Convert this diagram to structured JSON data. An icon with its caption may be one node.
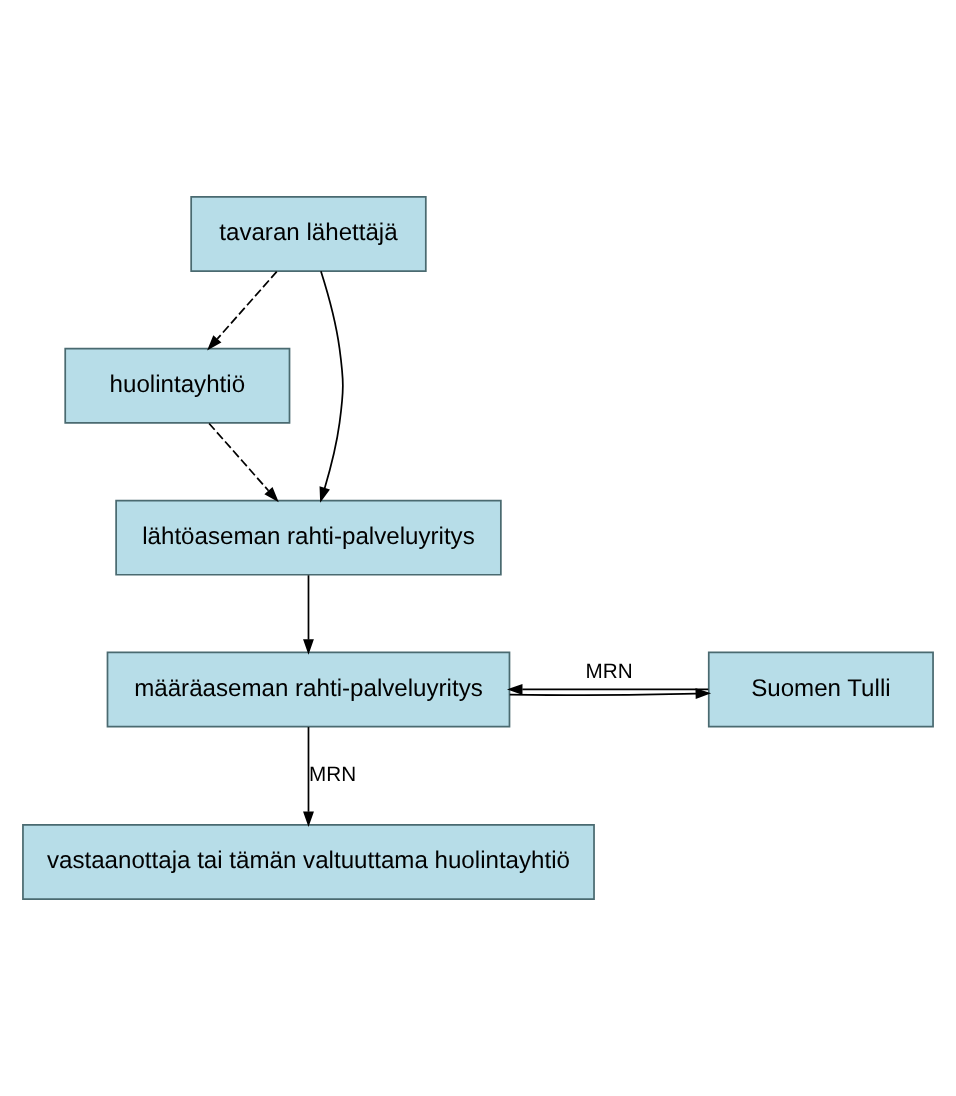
{
  "diagram": {
    "nodes": [
      {
        "text": [
          "tavaran lähettäjä"
        ]
      },
      {
        "text": [
          "huolintayhtiö"
        ]
      },
      {
        "text": [
          "lähtöaseman rahti-palveluyritys"
        ]
      },
      {
        "text": [
          "määräaseman rahti-palveluyritys"
        ]
      },
      {
        "text": [
          "Suomen Tulli"
        ]
      },
      {
        "text": [
          "vastaanottaja tai tämän valtuuttama huolintayhtiö"
        ]
      }
    ],
    "edges": [
      {
        "from": 0,
        "to": 2,
        "arrow": "to"
      },
      {
        "from": 0,
        "to": 1,
        "arrow": "to",
        "style": "dashed"
      },
      {
        "from": 1,
        "to": 2,
        "arrow": "to",
        "style": "dashed"
      },
      {
        "from": 2,
        "to": 3,
        "arrow": "to"
      },
      {
        "from": 3,
        "to": 4,
        "arrow": "to"
      },
      {
        "from": 4,
        "to": 3,
        "arrow": "to",
        "label": "MRN"
      },
      {
        "from": 3,
        "to": 5,
        "arrow": "to",
        "label": "MRN"
      }
    ]
  }
}
